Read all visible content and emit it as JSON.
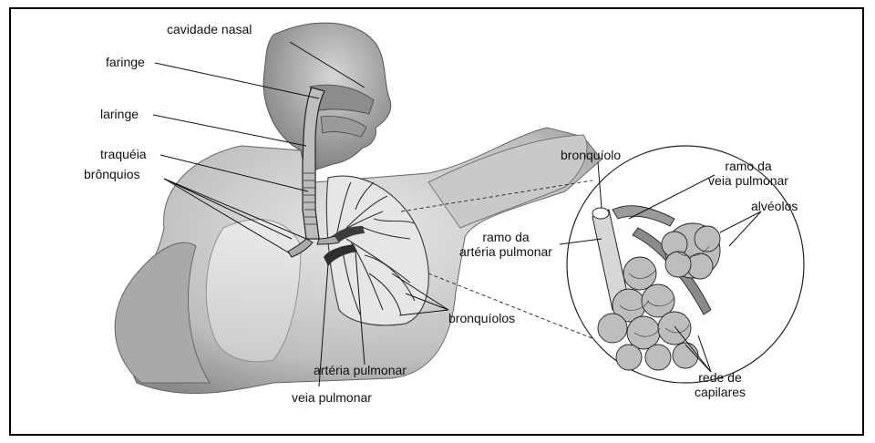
{
  "labels": {
    "cavidade_nasal": "cavidade nasal",
    "faringe": "faringe",
    "laringe": "laringe",
    "traqueia": "traquéia",
    "bronquios": "brônquios",
    "arteria_pulmonar": "artéria pulmonar",
    "veia_pulmonar": "veia pulmonar",
    "bronquiolos": "bronquíolos",
    "bronquiolo": "bronquíolo",
    "ramo_veia_1": "ramo da",
    "ramo_veia_2": "veia pulmonar",
    "alveolos": "alvéolos",
    "ramo_arteria_1": "ramo da",
    "ramo_arteria_2": "artéria pulmonar",
    "rede_1": "rede de",
    "rede_2": "capilares"
  }
}
